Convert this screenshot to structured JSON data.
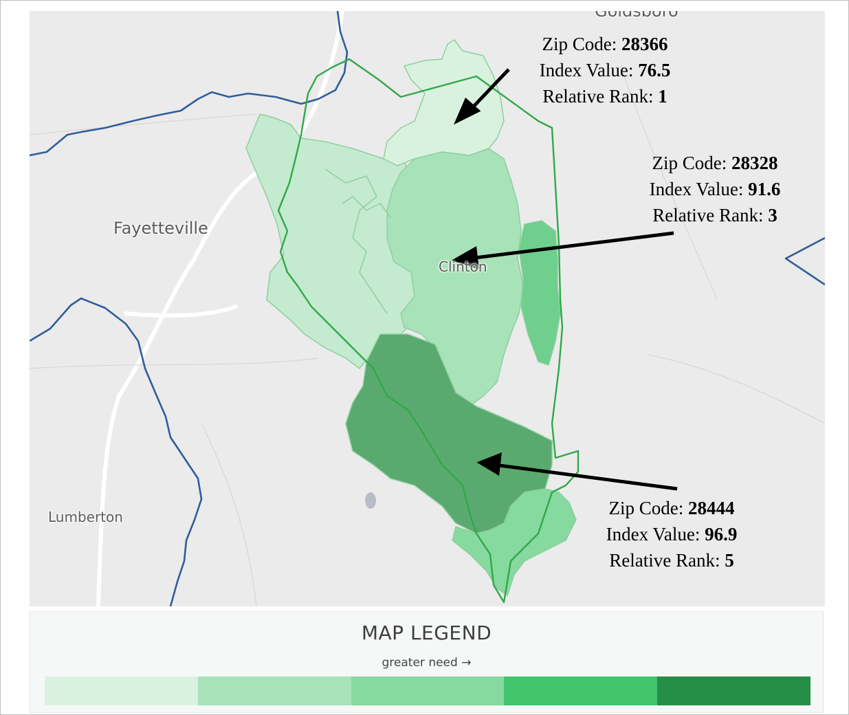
{
  "map": {
    "cities": {
      "goldsboro": "Goldsboro",
      "fayetteville": "Fayetteville",
      "clinton": "Clinton",
      "lumberton": "Lumberton"
    },
    "annotations": [
      {
        "zip_label": "Zip Code:",
        "zip": "28366",
        "index_label": "Index Value:",
        "index": "76.5",
        "rank_label": "Relative Rank:",
        "rank": "1"
      },
      {
        "zip_label": "Zip Code:",
        "zip": "28328",
        "index_label": "Index Value:",
        "index": "91.6",
        "rank_label": "Relative Rank:",
        "rank": "3"
      },
      {
        "zip_label": "Zip Code:",
        "zip": "28444",
        "index_label": "Index Value:",
        "index": "96.9",
        "rank_label": "Relative Rank:",
        "rank": "5"
      }
    ],
    "colors": {
      "level1": "#d9f2df",
      "level2": "#a8e2b9",
      "level3": "#86d99f",
      "level4": "#40c46c",
      "level5": "#258e47",
      "county_border": "#30a84a",
      "state_border": "#2f5c9b"
    }
  },
  "legend": {
    "title": "MAP LEGEND",
    "subtitle": "greater need",
    "arrow": "→",
    "swatch_colors": [
      "#d9f2df",
      "#a8e2b9",
      "#86d99f",
      "#40c46c",
      "#258e47"
    ]
  }
}
